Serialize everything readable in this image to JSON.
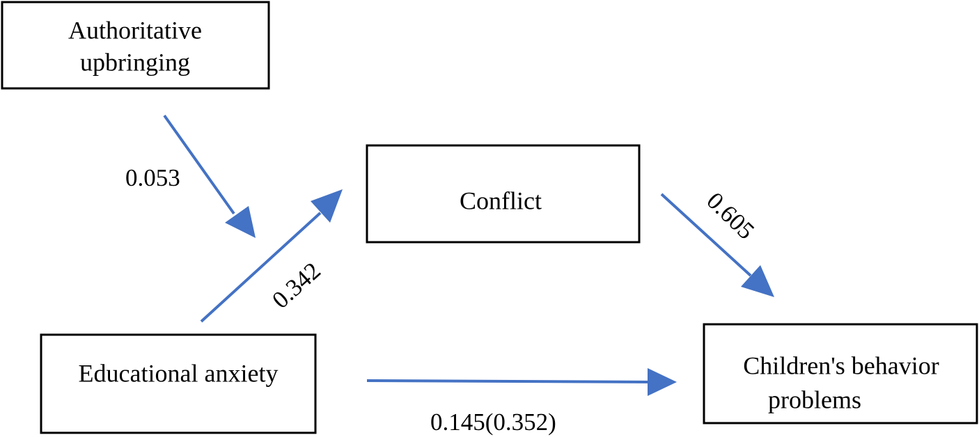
{
  "diagram": {
    "arrow_color": "#4472C4",
    "nodes": {
      "authoritative": {
        "line1": "Authoritative",
        "line2": "upbringing"
      },
      "conflict": {
        "label": "Conflict"
      },
      "anxiety": {
        "label": "Educational anxiety"
      },
      "behavior": {
        "line1": "Children's behavior",
        "line2": "problems"
      }
    },
    "paths": {
      "authoritative_to_anxiety_conflict": "0.053",
      "anxiety_to_conflict": "0.342",
      "conflict_to_behavior": "0.605",
      "anxiety_to_behavior": "0.145(0.352)"
    }
  }
}
